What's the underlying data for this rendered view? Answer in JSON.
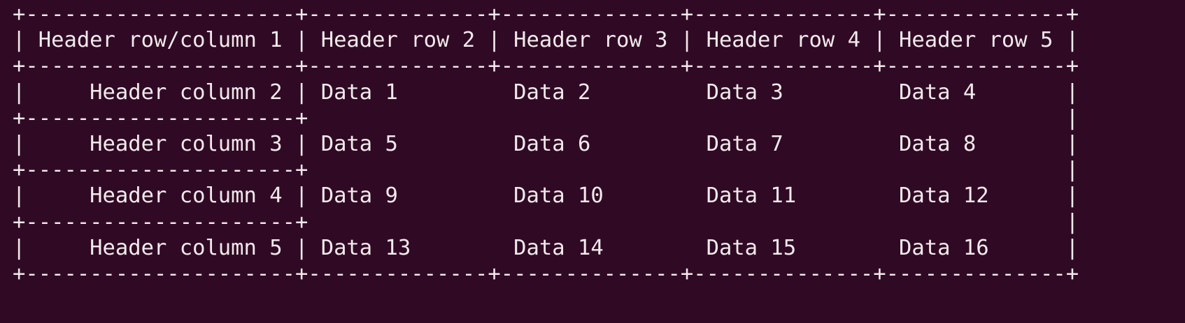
{
  "terminal": {
    "background_color": "#300a24",
    "foreground_color": "#f2e9ec",
    "font_kind": "monospace"
  },
  "table": {
    "kind": "ascii-grid-table",
    "corner_char": "+",
    "horizontal_char": "-",
    "vertical_char": "|",
    "column_count": 5,
    "row_count": 5,
    "header_row": [
      "Header row/column 1",
      "Header row 2",
      "Header row 3",
      "Header row 4",
      "Header row 5"
    ],
    "header_column": [
      "Header column 2",
      "Header column 3",
      "Header column 4",
      "Header column 5"
    ],
    "data_rows": [
      [
        "Data 1",
        "Data 2",
        "Data 3",
        "Data 4"
      ],
      [
        "Data 5",
        "Data 6",
        "Data 7",
        "Data 8"
      ],
      [
        "Data 9",
        "Data 10",
        "Data 11",
        "Data 12"
      ],
      [
        "Data 13",
        "Data 14",
        "Data 15",
        "Data 16"
      ]
    ],
    "lines": [
      "+---------------------+--------------+--------------+--------------+--------------+",
      "| Header row/column 1 | Header row 2 | Header row 3 | Header row 4 | Header row 5 |",
      "+---------------------+--------------+--------------+--------------+--------------+",
      "|     Header column 2 | Data 1         Data 2         Data 3         Data 4       |",
      "+---------------------+                                                           |",
      "|     Header column 3 | Data 5         Data 6         Data 7         Data 8       |",
      "+---------------------+                                                           |",
      "|     Header column 4 | Data 9         Data 10        Data 11        Data 12      |",
      "+---------------------+                                                           |",
      "|     Header column 5 | Data 13        Data 14        Data 15        Data 16      |",
      "+---------------------+--------------+--------------+--------------+--------------+"
    ]
  }
}
